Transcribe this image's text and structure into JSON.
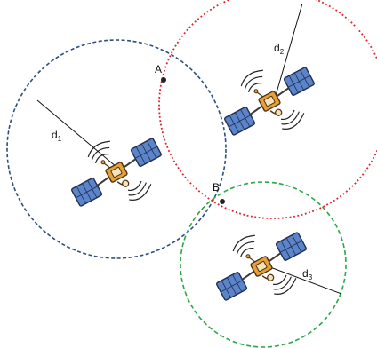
{
  "diagram": {
    "points": [
      {
        "id": "A",
        "label": "A"
      },
      {
        "id": "B",
        "label": "B"
      }
    ],
    "distances": [
      {
        "id": "d1",
        "base": "d",
        "sub": "1",
        "color": "#2f4f7f"
      },
      {
        "id": "d2",
        "base": "d",
        "sub": "2",
        "color": "#e0202a"
      },
      {
        "id": "d3",
        "base": "d",
        "sub": "3",
        "color": "#2aa846"
      }
    ],
    "icons": [
      "satellite-icon",
      "satellite-icon",
      "satellite-icon"
    ]
  }
}
